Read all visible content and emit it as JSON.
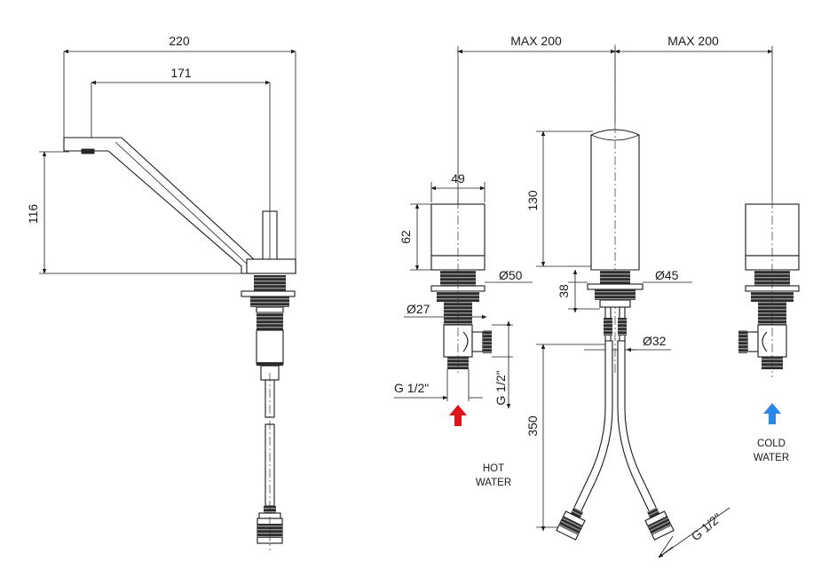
{
  "dimensions": {
    "overall_length": "220",
    "spout_reach": "171",
    "spout_height": "116",
    "max_left": "MAX 200",
    "max_right": "MAX 200",
    "handle_width": "49",
    "handle_height": "62",
    "flange_hot": "Ø50",
    "body_hot": "Ø27",
    "thread_hot_horizontal": "G 1/2\"",
    "thread_hot_vertical": "G 1/2\"",
    "spout_body_height": "130",
    "spout_flange": "Ø45",
    "flange_offset": "38",
    "shank_diameter": "Ø32",
    "hose_length": "350",
    "hose_thread": "G 1/2\""
  },
  "labels": {
    "hot_line1": "HOT",
    "hot_line2": "WATER",
    "cold_line1": "COLD",
    "cold_line2": "WATER"
  },
  "colors": {
    "hot_arrow": "#e0151b",
    "cold_arrow": "#2b86e8"
  },
  "icons": {
    "hot": "arrow-up-icon",
    "cold": "arrow-up-icon"
  }
}
